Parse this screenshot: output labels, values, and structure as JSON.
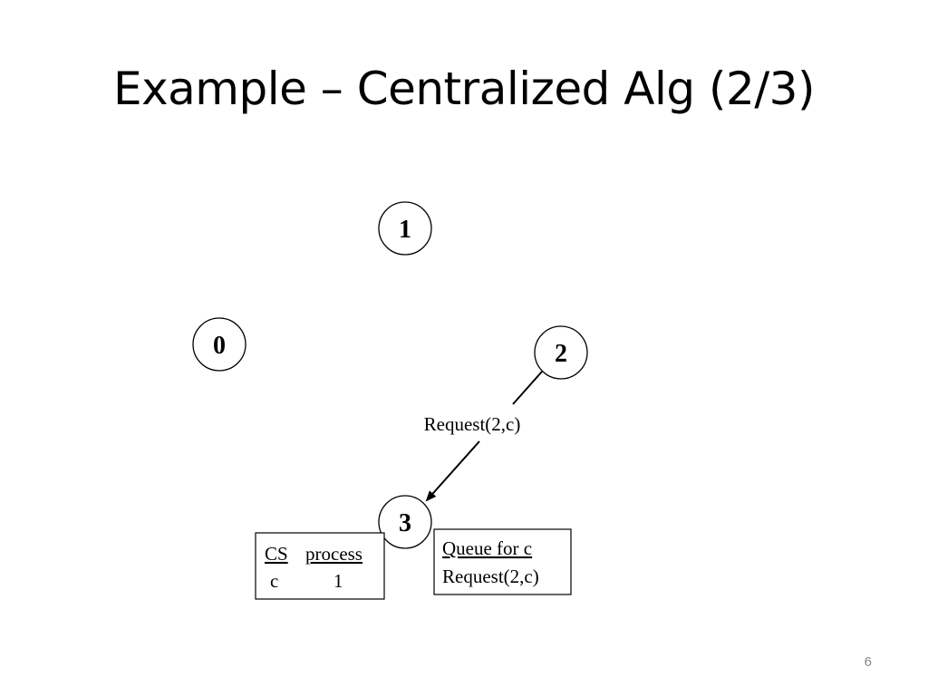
{
  "slide": {
    "title": "Example – Centralized Alg (2/3)",
    "page_number": "6"
  },
  "nodes": [
    {
      "id": "0",
      "label": "0"
    },
    {
      "id": "1",
      "label": "1"
    },
    {
      "id": "2",
      "label": "2"
    },
    {
      "id": "3",
      "label": "3"
    }
  ],
  "edges": [
    {
      "from": "2",
      "to": "3",
      "label": "Request(2,c)"
    }
  ],
  "cs_table": {
    "header_cs": "CS",
    "header_process": "process",
    "row_cs": "c",
    "row_process": "1"
  },
  "queue": {
    "header": "Queue for c",
    "items": [
      "Request(2,c)"
    ]
  },
  "colors": {
    "stroke": "#000000",
    "text": "#000000",
    "page_number": "#8a8a8a"
  }
}
